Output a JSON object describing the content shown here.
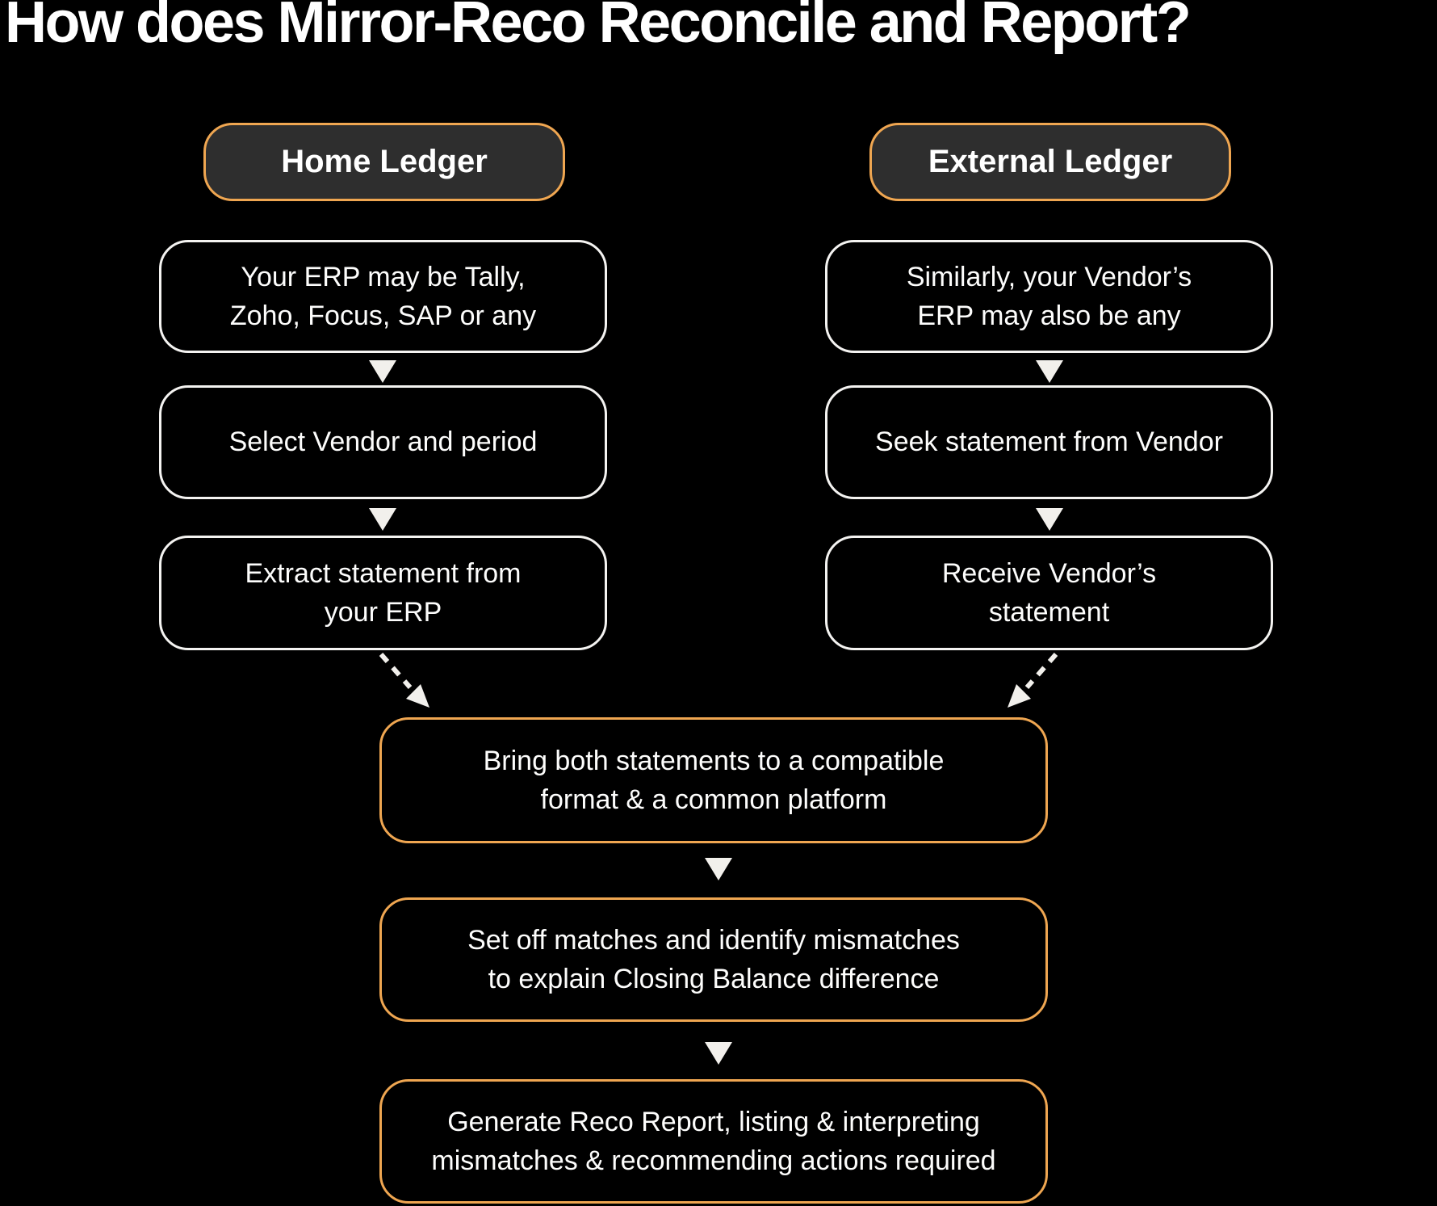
{
  "title": "How does Mirror-Reco Reconcile and Report?",
  "colors": {
    "background": "#000000",
    "accent_orange": "#efa651",
    "box_border_white": "#f4f3f1",
    "badge_background": "#2e2e2e",
    "text": "#ffffff",
    "arrow": "#f2f0ec"
  },
  "columns": {
    "home": {
      "header": "Home Ledger",
      "steps": [
        {
          "lines": [
            "Your ERP may be Tally,",
            "Zoho, Focus, SAP or any"
          ]
        },
        {
          "lines": [
            "Select Vendor and period"
          ]
        },
        {
          "lines": [
            "Extract statement from",
            "your ERP"
          ]
        }
      ]
    },
    "external": {
      "header": "External Ledger",
      "steps": [
        {
          "lines": [
            "Similarly, your Vendor’s",
            "ERP may also be any"
          ]
        },
        {
          "lines": [
            "Seek statement from Vendor"
          ]
        },
        {
          "lines": [
            "Receive Vendor’s",
            "statement"
          ]
        }
      ]
    }
  },
  "merged_steps": [
    {
      "lines": [
        "Bring both statements to a compatible",
        "format & a common platform"
      ]
    },
    {
      "lines": [
        "Set off matches and identify mismatches",
        "to explain Closing Balance difference"
      ]
    },
    {
      "lines": [
        "Generate Reco Report, listing & interpreting",
        "mismatches & recommending actions required"
      ]
    }
  ],
  "icons": {
    "solid_arrow": "down-arrow",
    "dashed_arrow": "dashed-merge-arrow"
  }
}
